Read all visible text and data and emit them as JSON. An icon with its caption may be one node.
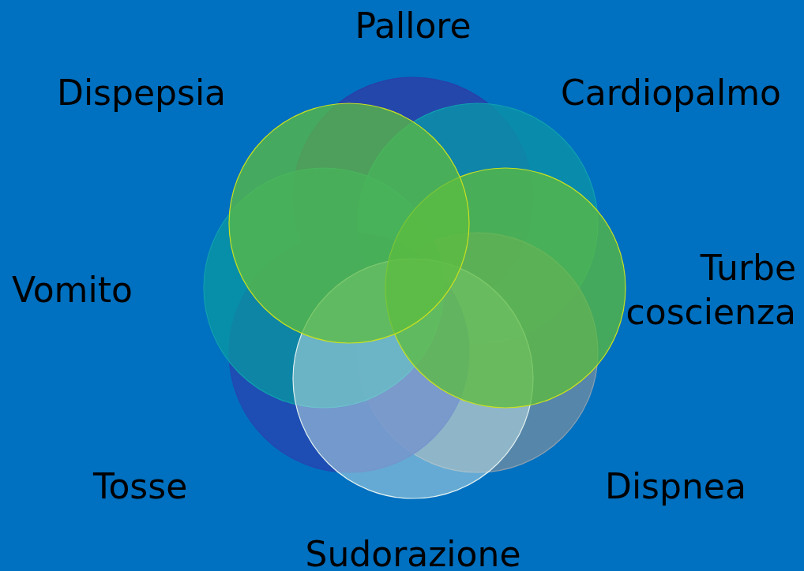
{
  "diagram": {
    "labels": [
      "Pallore",
      "Dispepsia",
      "Cardiopalmo",
      "Vomito",
      "Turbe coscienza",
      "Tosse",
      "Dispnea",
      "Sudorazione"
    ]
  }
}
